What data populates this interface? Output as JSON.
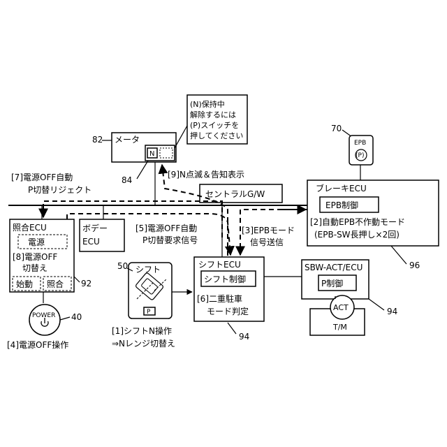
{
  "meter": {
    "ref": "82",
    "label": "メータ",
    "n_indicator": "N",
    "n_ref": "84",
    "message": [
      "(N)保持中",
      "解除するには",
      "(P)スイッチを",
      "押してください"
    ]
  },
  "epb_switch": {
    "ref": "70",
    "label": "EPB",
    "symbol": "(P)"
  },
  "central_gw": {
    "label": "セントラルG/W"
  },
  "brake_ecu": {
    "label": "ブレーキECU",
    "control": "EPB制御",
    "mode": "[2]自動EPB不作動モード",
    "mode_detail": "(EPB-SW長押し×2回)",
    "ref": "96"
  },
  "body_ecu": {
    "label_line1": "ボデー",
    "label_line2": "ECU"
  },
  "power_ecu": {
    "label": "照合ECU",
    "power": "電源",
    "step8_line1": "[8]電源OFF",
    "step8_line2": "切替え",
    "start": "始動",
    "verify": "照合",
    "ref": "92"
  },
  "power_button": {
    "label": "POWER",
    "ref": "40"
  },
  "shift_ecu": {
    "label": "シフトECU",
    "control": "シフト制御",
    "step6_line1": "[6]二重駐車",
    "step6_line2": "モード判定",
    "ref": "94"
  },
  "shift_lever": {
    "label": "シフト",
    "ref": "50",
    "p_label": "P"
  },
  "sbw_ecu": {
    "label": "SBW-ACT/ECU",
    "control": "P制御",
    "act": "ACT",
    "tm": "T/M",
    "ref": "94"
  },
  "steps": {
    "s1_line1": "[1]シフトN操作",
    "s1_line2": "⇒Nレンジ切替え",
    "s3_line1": "[3]EPBモード",
    "s3_line2": "信号送信",
    "s4": "[4]電源OFF操作",
    "s5_line1": "[5]電源OFF自動",
    "s5_line2": "P切替要求信号",
    "s7_line1": "[7]電源OFF自動",
    "s7_line2": "P切替リジェクト",
    "s9": "[9]N点滅＆告知表示"
  }
}
